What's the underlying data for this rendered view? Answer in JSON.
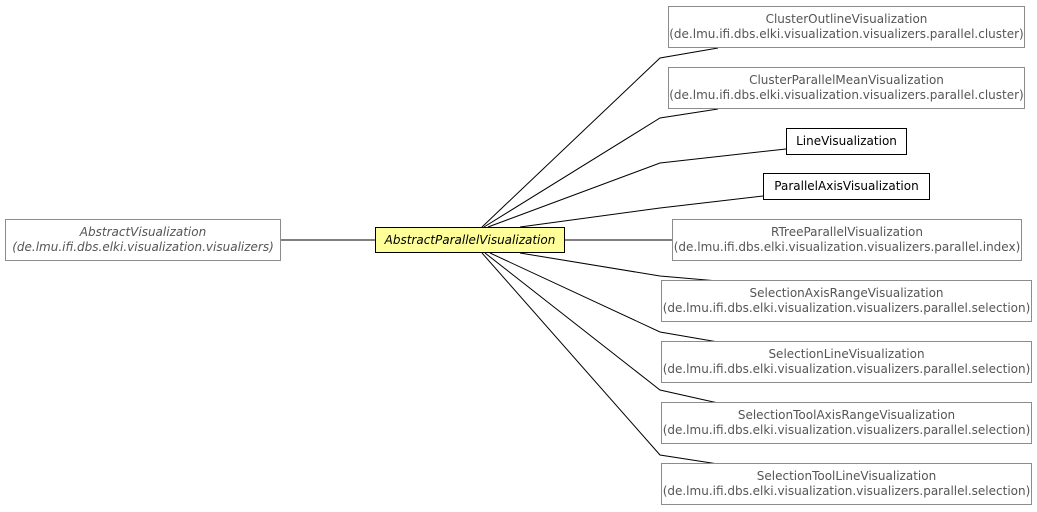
{
  "colors": {
    "focus_fill": "#ffff99",
    "edge": "#000000",
    "external_border": "#8c8c8c",
    "external_text": "#555555"
  },
  "nodes": [
    {
      "id": "abstract-visualization",
      "name": "AbstractVisualization",
      "package": "(de.lmu.ifi.dbs.elki.visualization.visualizers)"
    },
    {
      "id": "abstract-parallel-visualization",
      "name": "AbstractParallelVisualization",
      "package": ""
    },
    {
      "id": "cluster-outline-visualization",
      "name": "ClusterOutlineVisualization",
      "package": "(de.lmu.ifi.dbs.elki.visualization.visualizers.parallel.cluster)"
    },
    {
      "id": "cluster-parallel-mean-visualization",
      "name": "ClusterParallelMeanVisualization",
      "package": "(de.lmu.ifi.dbs.elki.visualization.visualizers.parallel.cluster)"
    },
    {
      "id": "line-visualization",
      "name": "LineVisualization",
      "package": ""
    },
    {
      "id": "parallel-axis-visualization",
      "name": "ParallelAxisVisualization",
      "package": ""
    },
    {
      "id": "rtree-parallel-visualization",
      "name": "RTreeParallelVisualization",
      "package": "(de.lmu.ifi.dbs.elki.visualization.visualizers.parallel.index)"
    },
    {
      "id": "selection-axis-range-visualization",
      "name": "SelectionAxisRangeVisualization",
      "package": "(de.lmu.ifi.dbs.elki.visualization.visualizers.parallel.selection)"
    },
    {
      "id": "selection-line-visualization",
      "name": "SelectionLineVisualization",
      "package": "(de.lmu.ifi.dbs.elki.visualization.visualizers.parallel.selection)"
    },
    {
      "id": "selection-tool-axis-range-visualization",
      "name": "SelectionToolAxisRangeVisualization",
      "package": "(de.lmu.ifi.dbs.elki.visualization.visualizers.parallel.selection)"
    },
    {
      "id": "selection-tool-line-visualization",
      "name": "SelectionToolLineVisualization",
      "package": "(de.lmu.ifi.dbs.elki.visualization.visualizers.parallel.selection)"
    }
  ]
}
